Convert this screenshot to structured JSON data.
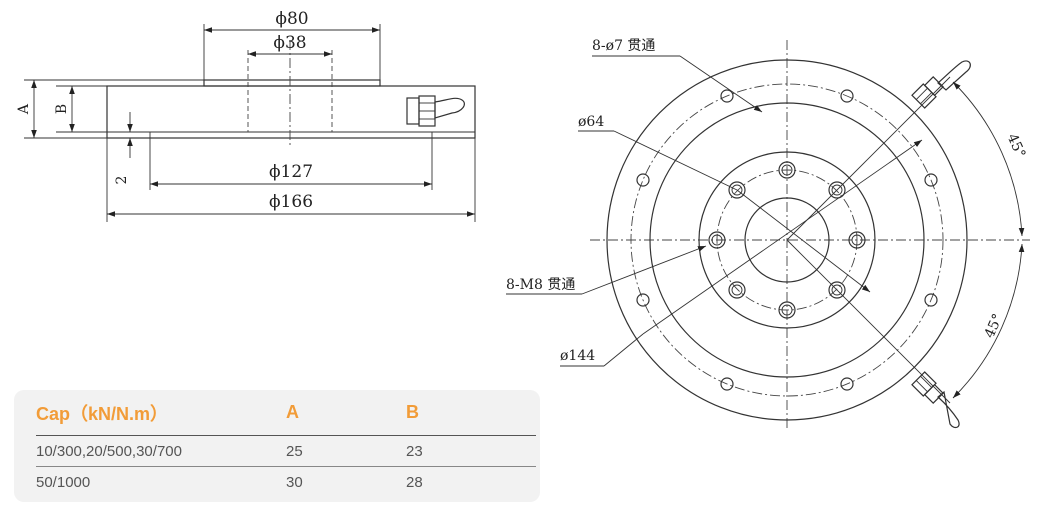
{
  "side_view": {
    "dim_80": "ϕ80",
    "dim_38": "ϕ38",
    "dim_127": "ϕ127",
    "dim_166": "ϕ166",
    "label_a": "A",
    "label_b": "B",
    "label_2": "2"
  },
  "top_view": {
    "holes_through": "8-ø7 贯通",
    "dim_64": "ø64",
    "thread_holes": "8-M8 贯通",
    "dim_144": "ø144",
    "angle_top": "45°",
    "angle_bottom": "45°"
  },
  "spec_table": {
    "headers": [
      "Cap（kN/N.m）",
      "A",
      "B"
    ],
    "rows": [
      [
        "10/300,20/500,30/700",
        "25",
        "23"
      ],
      [
        "50/1000",
        "30",
        "28"
      ]
    ]
  }
}
